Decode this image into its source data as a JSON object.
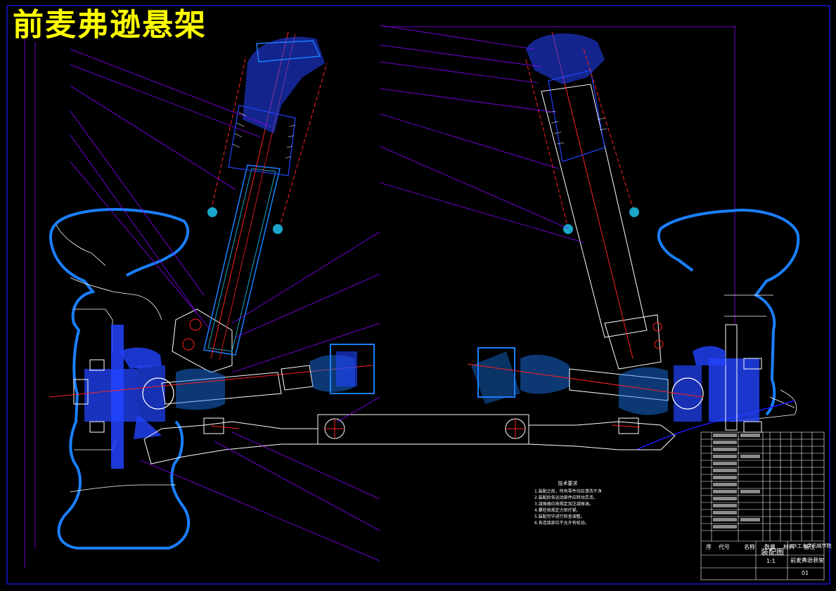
{
  "title": "前麦弗逊悬架",
  "technical_requirements": {
    "heading": "技术要求",
    "lines": [
      "1.装配之前，所有零件均应清洗干净。",
      "2.装配后各运动部件应转动灵活。",
      "3.减振器应按规定加注减振油。",
      "4.螺栓按规定力矩拧紧。",
      "5.装配完毕进行检查调整。",
      "6.各连接部位不允许有松动。"
    ]
  },
  "title_block": {
    "drawing_type": "装配图",
    "school": "XX工大学机械学院",
    "part_name": "前麦弗逊悬架",
    "drawing_no": "01",
    "ratio": "1:1",
    "header_cells": [
      "序",
      "代号",
      "名称",
      "数量",
      "材料",
      "备注"
    ]
  },
  "colors": {
    "frame": "#1a1aff",
    "outline": "#ffffff",
    "section": "#1a7fff",
    "leader": "#8800ff",
    "centerline": "#ff2020",
    "hatch_blue": "#2244ff",
    "cyan": "#1aa6c8",
    "title": "#ffff00"
  }
}
